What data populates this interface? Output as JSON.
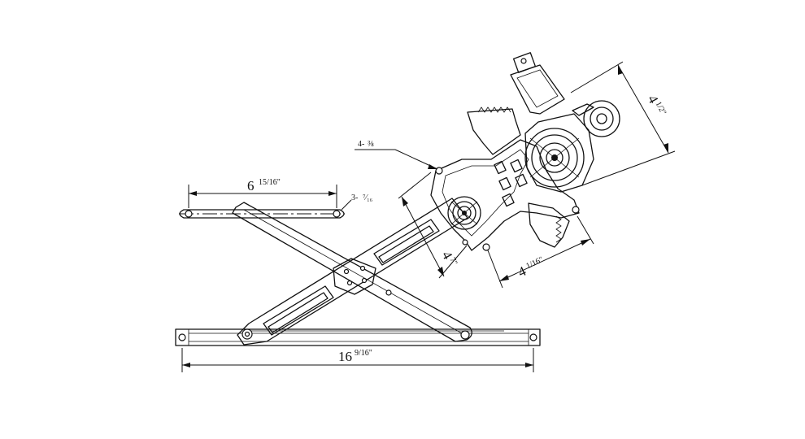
{
  "dimensions": {
    "upper_arm_length": "6",
    "upper_arm_fraction": "15/16\"",
    "upper_arm_end": "3-",
    "base_length": "16",
    "base_fraction": "9/16\"",
    "motor_height": "4",
    "motor_height_fraction": "1/2\"",
    "bracket_width": "4",
    "bracket_width_fraction": "1/16\"",
    "bracket_height": "4",
    "bracket_height_fraction": "7\"",
    "mount_callout": "4-"
  },
  "colors": {
    "ink": "#111111",
    "paper": "#ffffff"
  }
}
